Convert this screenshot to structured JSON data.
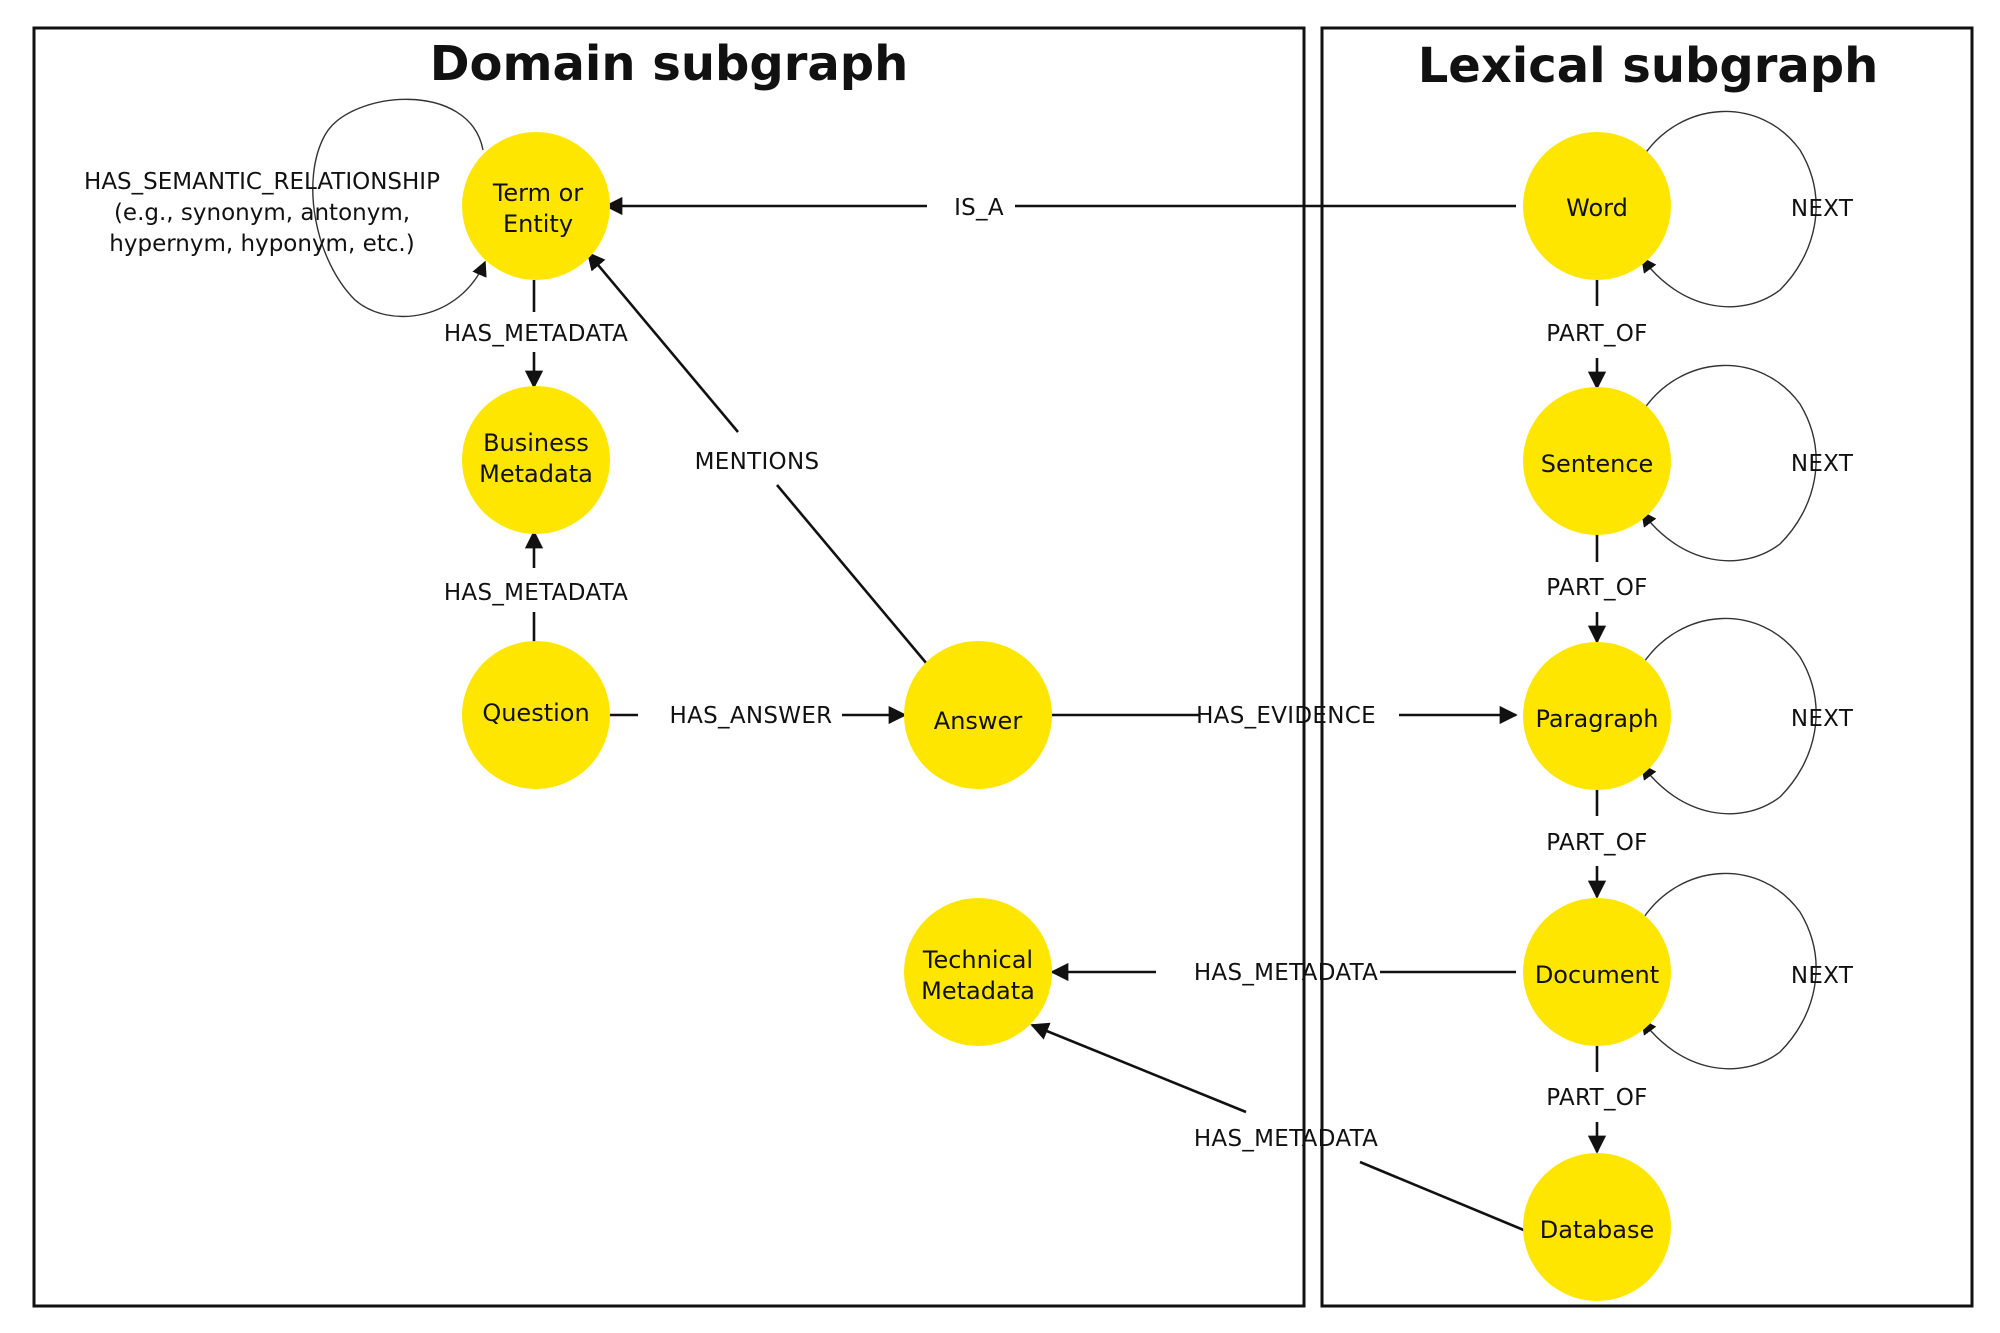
{
  "titles": {
    "domain": "Domain subgraph",
    "lexical": "Lexical subgraph"
  },
  "nodes": {
    "term_entity": [
      "Term or",
      "Entity"
    ],
    "business_metadata": [
      "Business",
      "Metadata"
    ],
    "question": "Question",
    "answer": "Answer",
    "technical_metadata": [
      "Technical",
      "Metadata"
    ],
    "word": "Word",
    "sentence": "Sentence",
    "paragraph": "Paragraph",
    "document": "Document",
    "database": "Database"
  },
  "edges": {
    "has_semantic_relationship": [
      "HAS_SEMANTIC_RELATIONSHIP",
      "(e.g., synonym, antonym,",
      "hypernym, hyponym, etc.)"
    ],
    "is_a": "IS_A",
    "term_has_metadata": "HAS_METADATA",
    "question_has_metadata": "HAS_METADATA",
    "mentions": "MENTIONS",
    "has_answer": "HAS_ANSWER",
    "has_evidence": "HAS_EVIDENCE",
    "document_has_metadata": "HAS_METADATA",
    "database_has_metadata": "HAS_METADATA",
    "word_part_of": "PART_OF",
    "sentence_part_of": "PART_OF",
    "paragraph_part_of": "PART_OF",
    "document_part_of": "PART_OF",
    "word_next": "NEXT",
    "sentence_next": "NEXT",
    "paragraph_next": "NEXT",
    "document_next": "NEXT"
  },
  "colors": {
    "node_fill": "#FFE600",
    "line": "#111111"
  }
}
